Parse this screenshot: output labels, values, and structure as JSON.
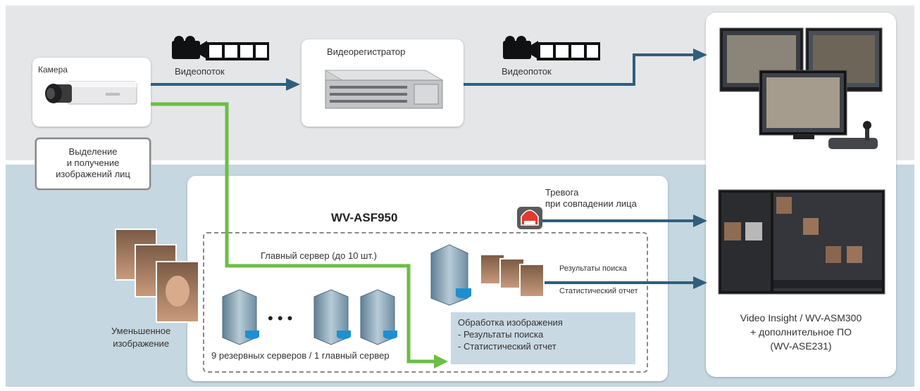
{
  "camera": {
    "label": "Камера"
  },
  "face_extract_note": {
    "line1": "Выделение",
    "line2": "и получение",
    "line3": "изображений лиц"
  },
  "stream_left": {
    "label": "Видеопоток"
  },
  "stream_right": {
    "label": "Видеопоток"
  },
  "recorder": {
    "label": "Видеорегистратор"
  },
  "server_panel": {
    "title": "WV-ASF950"
  },
  "alarm": {
    "line1": "Тревога",
    "line2": "при совпадении лица"
  },
  "main_server": {
    "label": "Главный сервер (до 10 шт.)"
  },
  "results": {
    "search": "Результаты поиска",
    "stats": "Статистический отчет"
  },
  "processing": {
    "line1": "Обработка изображения",
    "line2": "- Результаты поиска",
    "line3": "- Статистический отчет"
  },
  "backup_servers": {
    "label": "9 резервных серверов / 1 главный сервер",
    "ellipsis": "• • •"
  },
  "thumbnail": {
    "line1": "Уменьшенное",
    "line2": "изображение"
  },
  "software": {
    "line1": "Video Insight / WV-ASM300",
    "line2": "+ дополнительное ПО",
    "line3": "(WV-ASE231)"
  },
  "colors": {
    "blue_arrow": "#2f5f7c",
    "green_arrow": "#6cbe45",
    "top_band": "#e5e6e8",
    "bottom_band": "#c5d7e1"
  }
}
